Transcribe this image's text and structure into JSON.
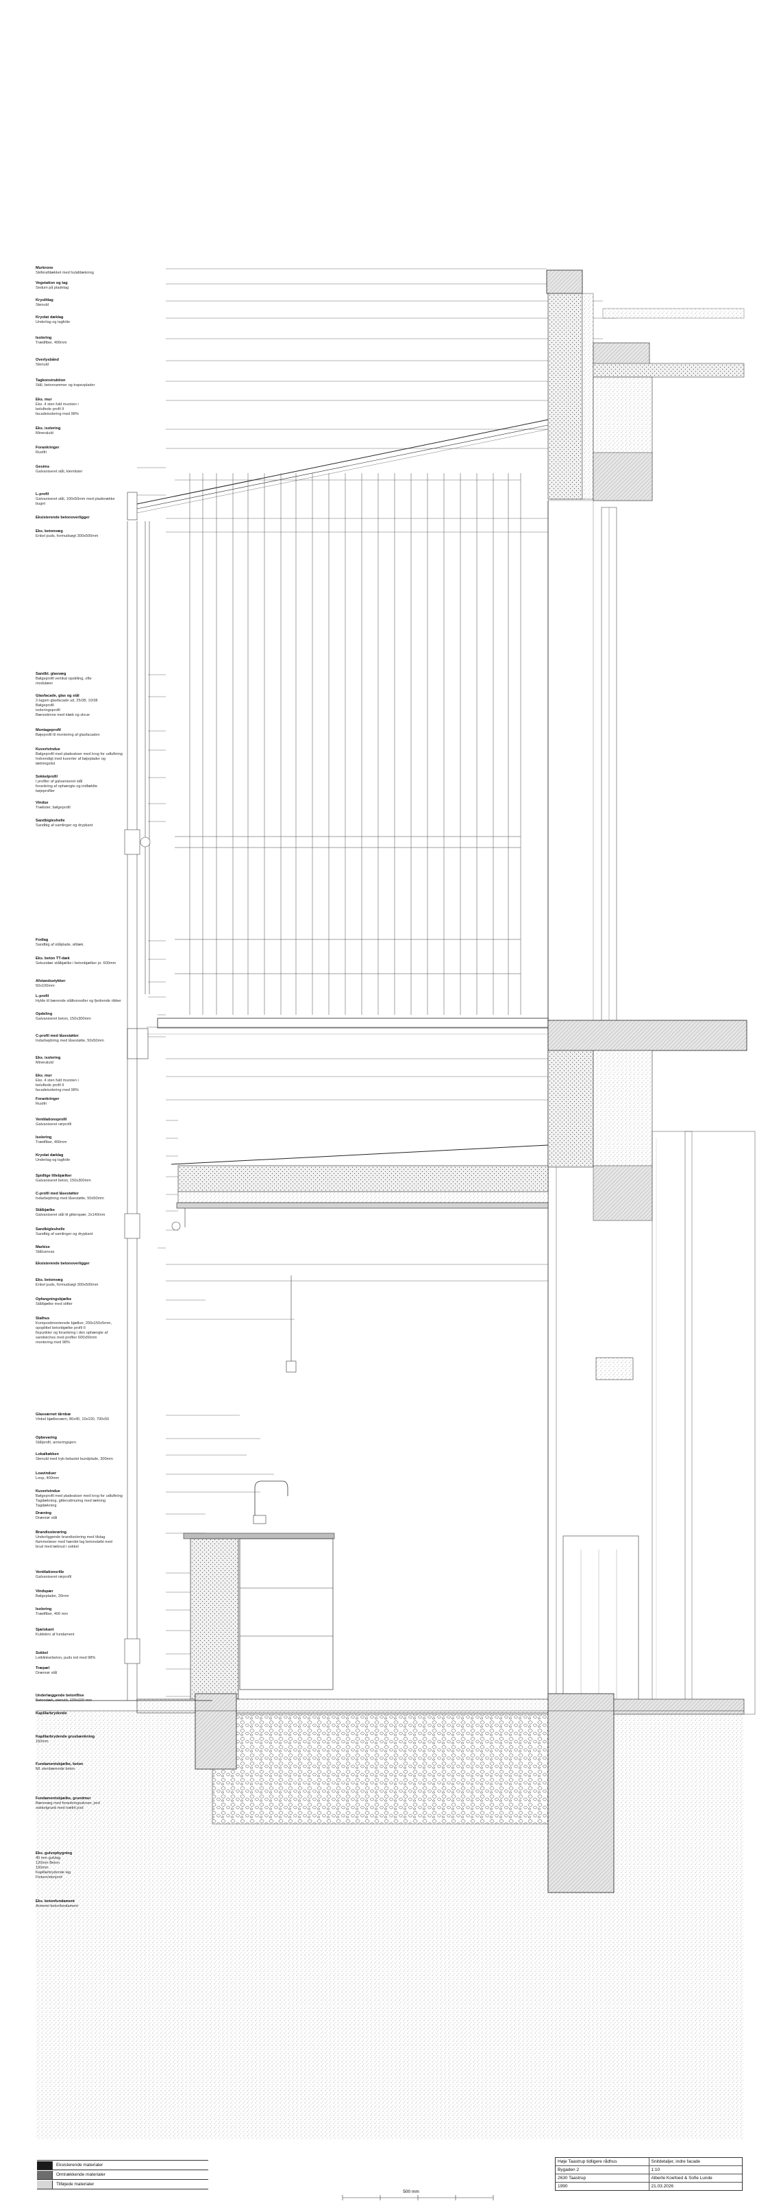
{
  "labels": [
    {
      "title": "Murkrone",
      "desc": "Skiferafdækket med hulafdækning"
    },
    {
      "title": "Vegetation og tag",
      "desc": "Sedum på pladelag"
    },
    {
      "title": "Kryolitlag",
      "desc": "Stenuld"
    },
    {
      "title": "Kryolat dæklag",
      "desc": "Underlag og tagfolie"
    },
    {
      "title": "Isolering",
      "desc": "Trædfiber, 400mm"
    },
    {
      "title": "Overlysbånd",
      "desc": "Stenuld"
    },
    {
      "title": "Tagkonstruktion",
      "desc": "Stål, betonrammer og trapezplader"
    },
    {
      "title": "Eks. mur",
      "desc": "Eks. 4 sten fuld mursten i\nbeluftede profil II\nfacadeisolering med 98%"
    },
    {
      "title": "Eks. isolering",
      "desc": "Mineraluld"
    },
    {
      "title": "Forankringer",
      "desc": "Rustfri"
    },
    {
      "title": "Gesims",
      "desc": "Galvaniseret stål, klemlister"
    },
    {
      "title": "L-profil",
      "desc": "Galvaniseret stål, 100x50mm med pladerække\nbuget"
    },
    {
      "title": "Eksisterende betonoverligger",
      "desc": ""
    },
    {
      "title": "Eks. betonvæg",
      "desc": "Enkel puds, formudsøgt 300x500mm"
    },
    {
      "title": "Sandbl. glasvæg",
      "desc": "Bølgeprofil vertikal opstilling, ofte\nmodulæer"
    },
    {
      "title": "Glasfacade, glas og stål",
      "desc": "2-lagsm glasfacade ud, 25/38, 10/38\nBølgeprofil\nisoleringsprofil\nBæreskinne med klæb og skrue"
    },
    {
      "title": "Montageprofil",
      "desc": "Bøjeprofil til montering af glasfacaden"
    },
    {
      "title": "Kuvertvindue",
      "desc": "Bølgeprofil med pladeakser med krog for udluftning\nIndvendigt med kuverter af bøjeplader og\ntætningslist"
    },
    {
      "title": "Sokkelprofil",
      "desc": "I profiler af galvaniseret stål\nforankring af ophængte og indfældte\nbøjeprofiler"
    },
    {
      "title": "Vindue",
      "desc": "Trælister, bølgeprofil"
    },
    {
      "title": "Sandbigleshelle",
      "desc": "Sandbig af samlinger og drypkant"
    },
    {
      "title": "Fodlag",
      "desc": "Sandbig af stålplade, afdæk."
    },
    {
      "title": "Eks. beton TT-dæk",
      "desc": "Sekundær stålbjælke i betonbjælker pr. 600mm"
    },
    {
      "title": "Afstandsstykker",
      "desc": "50x100mm"
    },
    {
      "title": "L-profil",
      "desc": "Hylde til bærende stålkonsoller og fjedrende ribber"
    },
    {
      "title": "Opdeling",
      "desc": "Galvaniseret beton, 150x300mm"
    },
    {
      "title": "C-profil med låsestøtter",
      "desc": "Indarbejdning med låsestøtte, 50x50mm"
    },
    {
      "title": "Eks. isolering",
      "desc": "Mineraluld"
    },
    {
      "title": "Eks. mur",
      "desc": "Eks. 4 sten fuld mursten i\nbeluftede profil II\nfacadeisolering med 98%"
    },
    {
      "title": "Forankringer",
      "desc": "Rustfri"
    },
    {
      "title": "Ventilationsprofil",
      "desc": "Galvaniseret rørprofil"
    },
    {
      "title": "Isolering",
      "desc": "Trædfiber, 400mm"
    },
    {
      "title": "Kryolat dæklag",
      "desc": "Underlag og tagfolie"
    },
    {
      "title": "Spidlige lillebjælker",
      "desc": "Galvaniseret beton, 150x300mm"
    },
    {
      "title": "C-profil med låsestøtter",
      "desc": "Indarbejdning med låsestøtte, 50x50mm"
    },
    {
      "title": "Stålbjælke",
      "desc": "Galvaniseret stål til gitterspær, 2x140mm"
    },
    {
      "title": "Sandbigleshelle",
      "desc": "Sandbig af samlinger og drypkant"
    },
    {
      "title": "Markise",
      "desc": "Stålcanvas"
    },
    {
      "title": "Eksisterende betonoverligger",
      "desc": ""
    },
    {
      "title": "Eks. betonvæg",
      "desc": "Enkel puds, formudsøgt 300x500mm"
    },
    {
      "title": "Opfangningsbjælke",
      "desc": "Stålbjælke med stifter"
    },
    {
      "title": "Stalhus",
      "desc": "Kompositmonterede bjælker, 200x150x5mm,\nopsplittet betonbjælke profil II\nfixpunkter og forankring i den ophængte af\nsandwiches med profiler 600x50mm\nmontering med 98%"
    },
    {
      "title": "Glasværnet tårnbæ",
      "desc": "Vinkel bjælkeværn, 80x40, 10x100, 700x50"
    },
    {
      "title": "Opbevaring",
      "desc": "Stålprofil, armeringsjern"
    },
    {
      "title": "Lokalkøkken",
      "desc": "Stenuld med tryk-belastet bundplade, 300mm"
    },
    {
      "title": "Loavinduer",
      "desc": "Loop, 400mm"
    },
    {
      "title": "Kuvertvindue",
      "desc": "Bølgeprofil med pladeakser med krog for udluftning\nTagdækning, gitterudmuring med tætning\nTagdækning"
    },
    {
      "title": "Dræning",
      "desc": "Drænrør stål"
    },
    {
      "title": "Brandisolerøring",
      "desc": "Underliggende brandisolering med tilslag\nflammeløser med hærdet lag betonstøbt med\nbrud med læbrud i sokkel"
    },
    {
      "title": "Ventilationsrille",
      "desc": "Galvaniseret rørprofil"
    },
    {
      "title": "Vindspær",
      "desc": "Bølgeplader, 20mm"
    },
    {
      "title": "Isolering",
      "desc": "Trædfiber, 400 mm"
    },
    {
      "title": "Sjælskant",
      "desc": "Kuldebro af fundament"
    },
    {
      "title": "Sokkel",
      "desc": "Letklinkerbeton, puds ind med 98%"
    },
    {
      "title": "Træpæl",
      "desc": "Drænrør stål"
    },
    {
      "title": "Underlæggende betonflise",
      "desc": "Betondæk, stenuld, 100x100 mm"
    },
    {
      "title": "Kapillarbrydende",
      "desc": ""
    },
    {
      "title": "Kapillarbrydende grusbænkning",
      "desc": "150mm"
    },
    {
      "title": "Fundamentsbjælke, beton",
      "desc": "Ml. stenbærende beton"
    },
    {
      "title": "Fundamentsbjælke, grundmur",
      "desc": "Bærevæg med forankringsskruer, jord\nsokkelgrund med træfrit jord"
    },
    {
      "title": "Eks. gulvopbygning",
      "desc": "40 mm gulvlag\n120mm Beton\n150mm\nKapillarbrydende lag\nFixture/stenjord"
    },
    {
      "title": "Eks. betonfundament",
      "desc": "Armeret betonfundament"
    }
  ],
  "legend": [
    {
      "label": "Eksisterende materialer",
      "color": "#1a1a1a"
    },
    {
      "label": "Omtrækkende materialer",
      "color": "#6d6d6d"
    },
    {
      "label": "Tilføjede materialer",
      "color": "#d7d7d7"
    }
  ],
  "titleblock": {
    "project": "Høje Taastrup tidligere rådhus",
    "drawing": "Snitdetaljer, indre facade",
    "address": "Bygaden 2",
    "scale": "1:10",
    "city": "2630 Taastrup",
    "authors": "Alberte Koefoed & Sofie Lunde",
    "year": "1990",
    "date": "21.03.2026"
  },
  "scale_label": "500 mm"
}
